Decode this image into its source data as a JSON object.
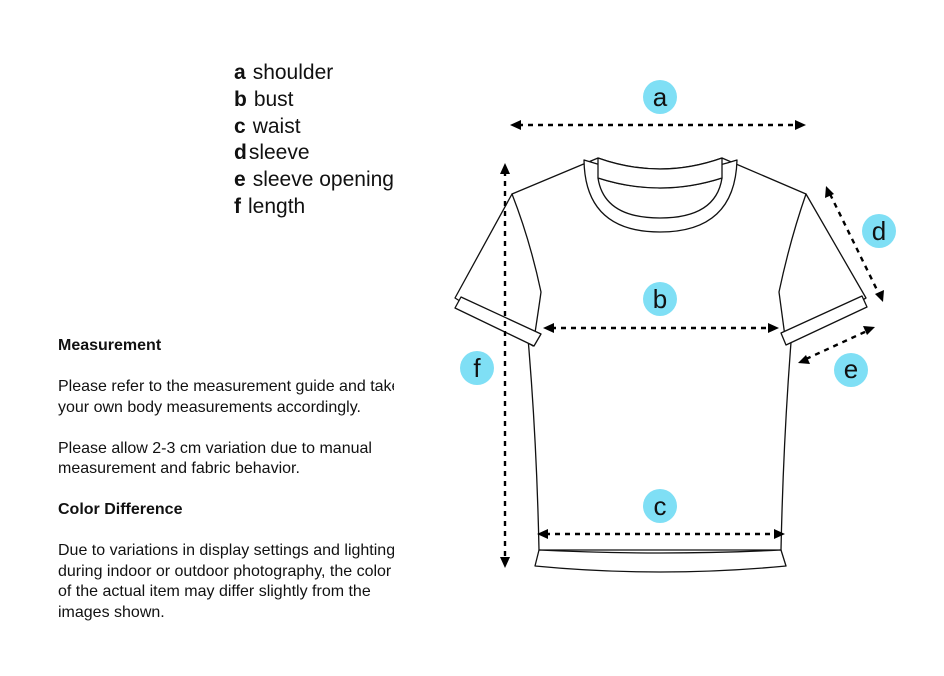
{
  "legend": [
    {
      "key": "a",
      "label": "shoulder"
    },
    {
      "key": "b",
      "label": "bust"
    },
    {
      "key": "c",
      "label": "waist"
    },
    {
      "key": "d",
      "label": "sleeve"
    },
    {
      "key": "e",
      "label": "sleeve opening"
    },
    {
      "key": "f",
      "label": "length"
    }
  ],
  "measurement": {
    "heading": "Measurement",
    "line1": "Please refer to the measurement guide and take",
    "line2": "your own body measurements accordingly.",
    "line3": "Please allow 2-3 cm variation due to manual",
    "line4": "measurement and fabric behavior."
  },
  "color_difference": {
    "heading": "Color Difference",
    "line1": "Due to variations in display settings and lighting",
    "line2": "during indoor or outdoor photography, the color",
    "line3": "of the actual item may differ slightly from the",
    "line4": "images shown."
  },
  "badges": {
    "a": "a",
    "b": "b",
    "c": "c",
    "d": "d",
    "e": "e",
    "f": "f"
  },
  "colors": {
    "badge": "#7fdff5",
    "outline": "#111111",
    "text": "#111111"
  }
}
